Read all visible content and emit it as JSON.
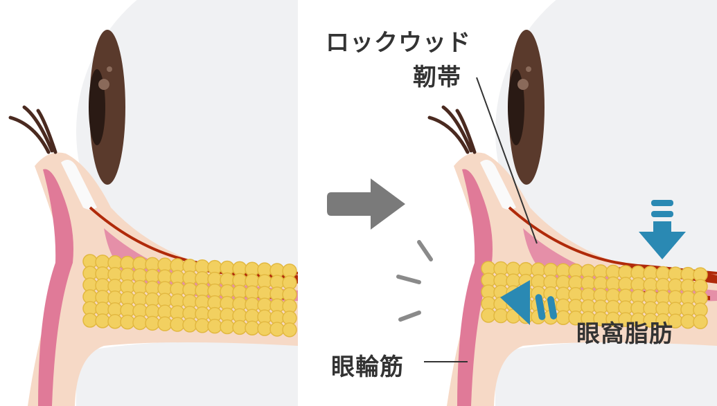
{
  "labels": {
    "lockwood_line1": "ロックウッド",
    "lockwood_line2": "靭帯",
    "orbicularis": "眼輪筋",
    "orbital_fat": "眼窩脂肪"
  },
  "colors": {
    "eyeball": "#f0f1f3",
    "skin": "#f6d9c6",
    "muscle": "#e07a98",
    "fat": "#f2d060",
    "iris": "#5a3a2c",
    "blue_arrow": "#2a89b3",
    "gray_arrow": "#7a7a7a",
    "septum": "#b02a0a"
  }
}
